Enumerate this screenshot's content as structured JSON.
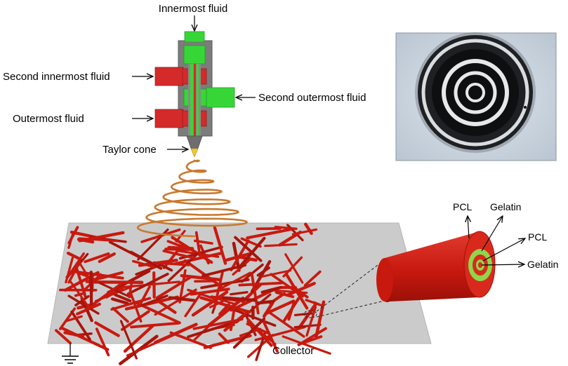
{
  "labels": {
    "innermost_fluid": "Innermost fluid",
    "second_innermost_fluid": "Second innermost fluid",
    "second_outermost_fluid": "Second outermost fluid",
    "outermost_fluid": "Outermost fluid",
    "taylor_cone": "Taylor cone",
    "collector": "Collector"
  },
  "fiber_layers": {
    "pcl_outer": "PCL",
    "gelatin_outer": "Gelatin",
    "pcl_inner": "PCL",
    "gelatin_inner": "Gelatin"
  },
  "colors": {
    "fluid_red": "#d42a2a",
    "fluid_green": "#37d637",
    "nozzle_gray": "#7c7c7c",
    "collector_gray": "#c9c9c9",
    "fiber_red": "#c8190f",
    "jet_orange": "#c8792e",
    "gelatin_ring": "#8fd64a"
  },
  "icons": {
    "ground": "ground-icon",
    "micrograph": "coaxial-fiber-micrograph"
  }
}
